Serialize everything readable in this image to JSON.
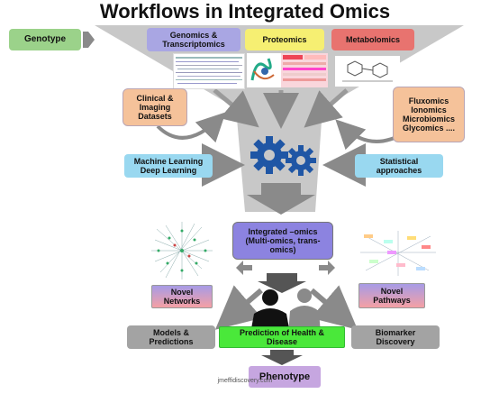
{
  "title": "Workflows in Integrated Omics",
  "inputs": {
    "genotype": "Genotype",
    "genomics": "Genomics & Transcriptomics",
    "proteomics": "Proteomics",
    "metabolomics": "Metabolomics",
    "clinical": "Clinical & Imaging Datasets",
    "other_omics": "Fluxomics Ionomics Microbiomics Glycomics ....",
    "machine_learning": "Machine Learning Deep Learning",
    "statistical": "Statistical approaches"
  },
  "integration": {
    "label": "Integrated –omics (Multi-omics, trans-omics)"
  },
  "outputs": {
    "networks": "Novel Networks",
    "pathways": "Novel Pathways",
    "models": "Models & Predictions",
    "prediction": "Prediction of Health & Disease",
    "biomarker": "Biomarker Discovery",
    "phenotype": "Phenotype"
  },
  "watermark": "jmeffidiscovery.com",
  "colors": {
    "funnel": "#c6c6c6",
    "green_box": "#9bd28a",
    "purple_box": "#a9a6e3",
    "yellow_box": "#f6ef72",
    "red_box": "#e8736f",
    "orange_box": "#f5c29a",
    "blue_box": "#99d8f0",
    "gray_box": "#a3a3a3",
    "bright_green": "#4ae83a",
    "gear_blue": "#1f56a5",
    "pink_gradient_top": "#a79be6",
    "pink_gradient_bottom": "#f59aa0"
  },
  "icons": [
    "gears-icon",
    "people-icon",
    "network-graph",
    "pathway-map",
    "heatmap",
    "protein-structure",
    "chemical-structure"
  ]
}
